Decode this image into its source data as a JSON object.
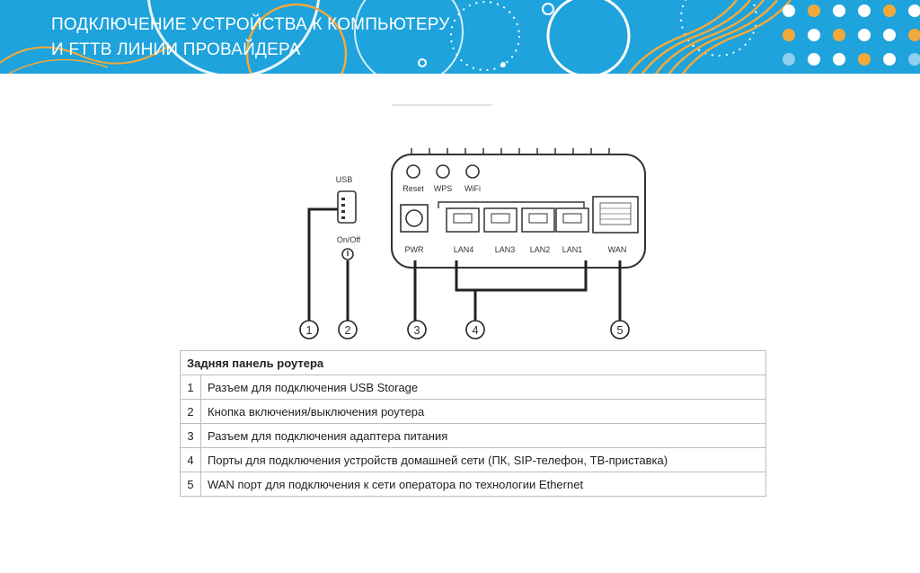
{
  "header": {
    "title_line1": "ПОДКЛЮЧЕНИЕ УСТРОЙСТВА К КОМПЬЮТЕРУ",
    "title_line2": "И FTTB ЛИНИИ ПРОВАЙДЕРА",
    "background_color": "#1ea3dc",
    "accent_colors": [
      "#f2a93b",
      "#ffffff",
      "#8fd0f0"
    ]
  },
  "diagram": {
    "usb_label": "USB",
    "onoff_label": "On/Off",
    "buttons": [
      "Reset",
      "WPS",
      "WiFi"
    ],
    "pwr_label": "PWR",
    "lan_labels": [
      "LAN4",
      "LAN3",
      "LAN2",
      "LAN1"
    ],
    "wan_label": "WAN",
    "callouts": [
      "1",
      "2",
      "3",
      "4",
      "5"
    ]
  },
  "legend": {
    "title": "Задняя панель роутера",
    "rows": [
      {
        "num": "1",
        "text": "Разъем для подключения USB Storage"
      },
      {
        "num": "2",
        "text": "Кнопка включения/выключения роутера"
      },
      {
        "num": "3",
        "text": "Разъем для подключения адаптера питания"
      },
      {
        "num": "4",
        "text": "Порты для подключения устройств домашней сети (ПК, SIP-телефон, ТВ-приставка)"
      },
      {
        "num": "5",
        "text": "WAN порт для подключения к сети оператора по технологии Ethernet"
      }
    ]
  }
}
